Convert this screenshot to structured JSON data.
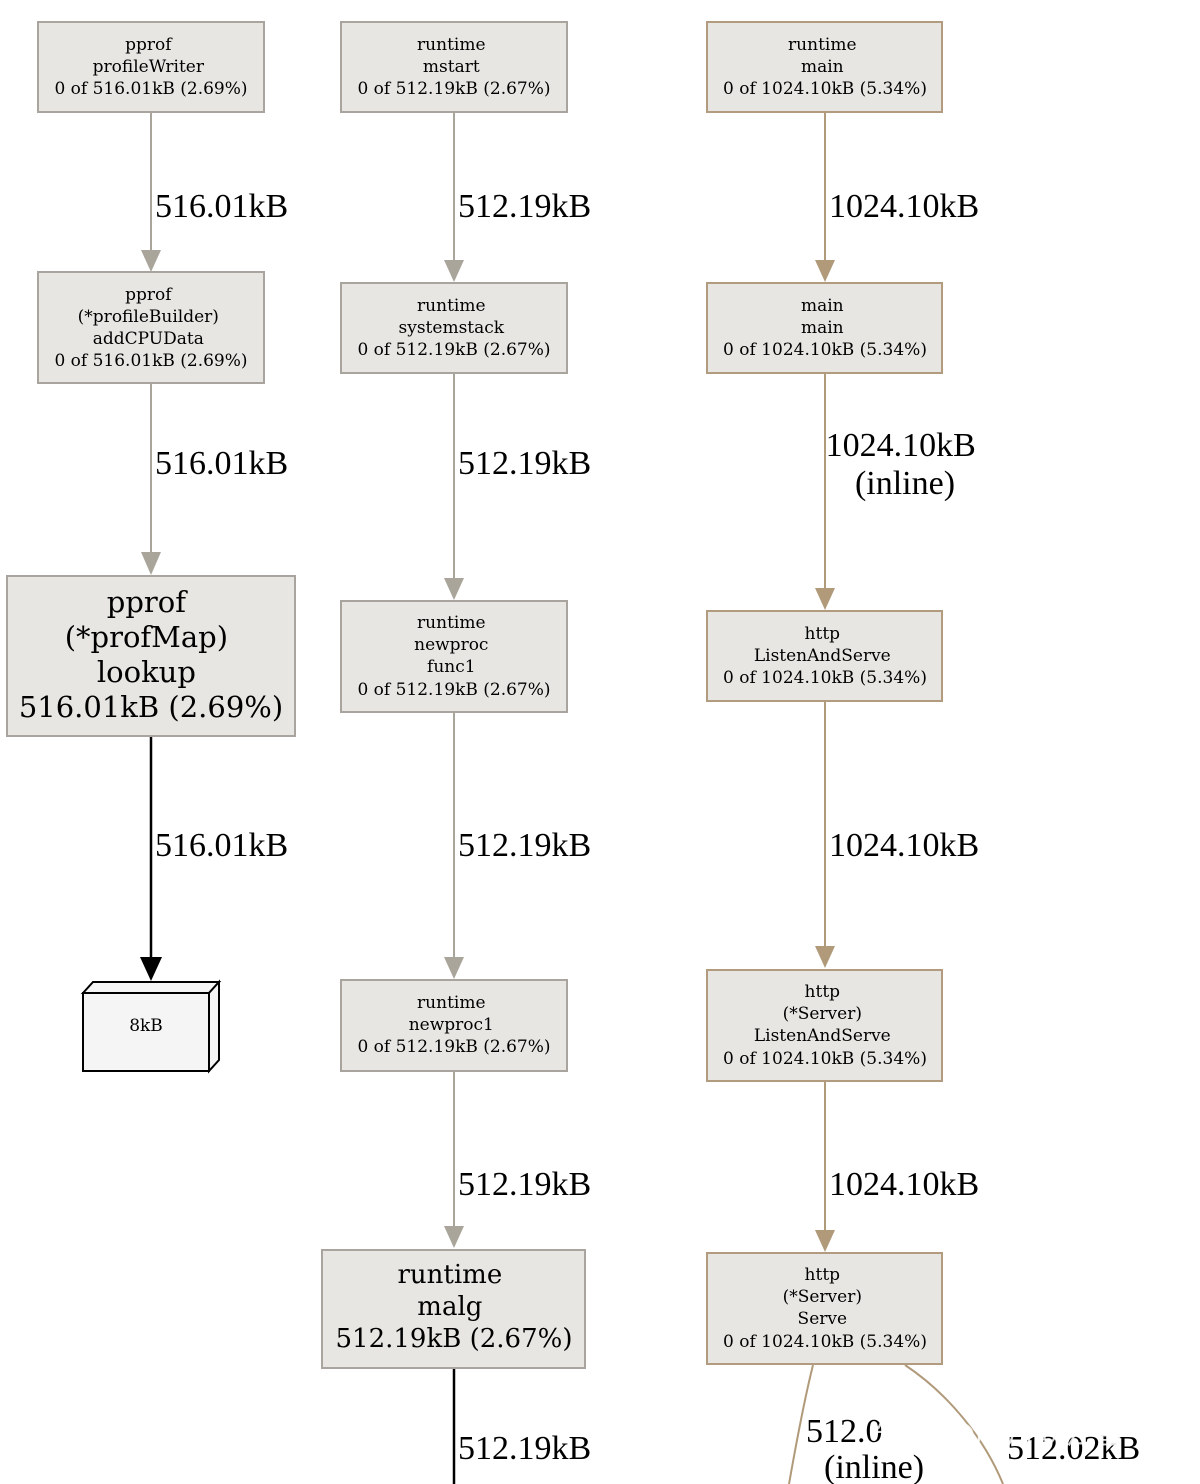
{
  "colors": {
    "node_fill": "#e8e6e3",
    "node_stroke_gray": "#a9a59e",
    "node_stroke_brown": "#b29b7f",
    "edge_gray": "#aaa59a",
    "edge_brown": "#b09a7a",
    "edge_black": "#000000",
    "box_fill": "#f5f5f5"
  },
  "nodes": {
    "profileWriter": [
      "pprof",
      "profileWriter",
      "0 of 516.01kB (2.69%)"
    ],
    "addCPUData": [
      "pprof",
      "(*profileBuilder)",
      "addCPUData",
      "0 of 516.01kB (2.69%)"
    ],
    "lookup": [
      "pprof",
      "(*profMap)",
      "lookup",
      "516.01kB (2.69%)"
    ],
    "leaf8kB": [
      "8kB"
    ],
    "mstart": [
      "runtime",
      "mstart",
      "0 of 512.19kB (2.67%)"
    ],
    "systemstack": [
      "runtime",
      "systemstack",
      "0 of 512.19kB (2.67%)"
    ],
    "newprocFunc1": [
      "runtime",
      "newproc",
      "func1",
      "0 of 512.19kB (2.67%)"
    ],
    "newproc1": [
      "runtime",
      "newproc1",
      "0 of 512.19kB (2.67%)"
    ],
    "malg": [
      "runtime",
      "malg",
      "512.19kB (2.67%)"
    ],
    "runtimeMain": [
      "runtime",
      "main",
      "0 of 1024.10kB (5.34%)"
    ],
    "mainMain": [
      "main",
      "main",
      "0 of 1024.10kB (5.34%)"
    ],
    "listenAndServe": [
      "http",
      "ListenAndServe",
      "0 of 1024.10kB (5.34%)"
    ],
    "serverListenAndServe": [
      "http",
      "(*Server)",
      "ListenAndServe",
      "0 of 1024.10kB (5.34%)"
    ],
    "serverServe": [
      "http",
      "(*Server)",
      "Serve",
      "0 of 1024.10kB (5.34%)"
    ]
  },
  "edges": {
    "e1": [
      "516.01kB"
    ],
    "e2": [
      "516.01kB"
    ],
    "e3": [
      "516.01kB"
    ],
    "e4": [
      "512.19kB"
    ],
    "e5": [
      "512.19kB"
    ],
    "e6": [
      "512.19kB"
    ],
    "e7": [
      "512.19kB"
    ],
    "e8": [
      "512.19kB"
    ],
    "e9": [
      "1024.10kB"
    ],
    "e10": [
      "1024.10kB",
      "(inline)"
    ],
    "e11": [
      "1024.10kB"
    ],
    "e12": [
      "1024.10kB"
    ],
    "e13": [
      "512.0",
      "(inline)"
    ],
    "e14": [
      "512.02kB"
    ]
  },
  "watermark": "知乎 @明月映江雪"
}
